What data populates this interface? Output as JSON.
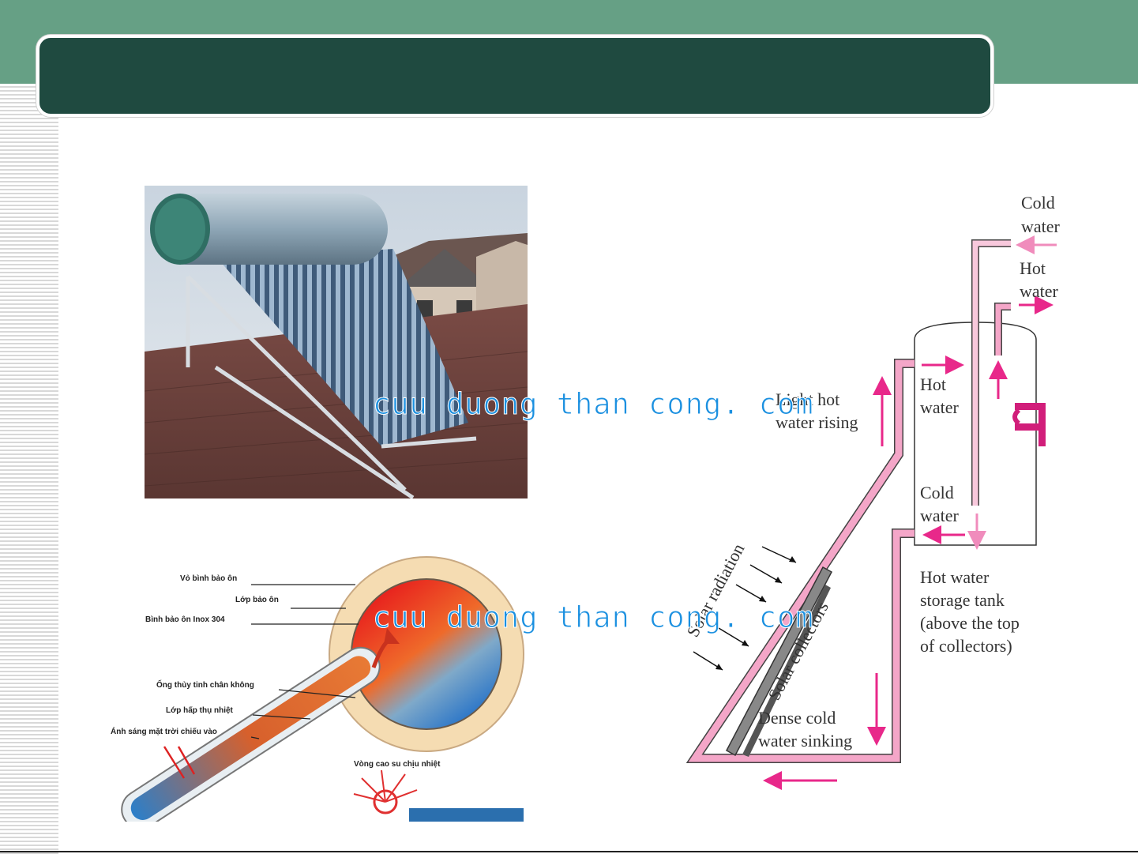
{
  "slide": {
    "colors": {
      "band": "#66a085",
      "title_bar": "#1f4a40",
      "pink_pipe": "#f4a6c8",
      "magenta_arrow": "#e8288a"
    }
  },
  "watermark": {
    "line1": "cuu duong than cong. com",
    "line2": "cuu duong than cong. com"
  },
  "cutaway": {
    "labels": {
      "outer_shell": "Vỏ bình bảo ôn",
      "insulation": "Lớp bảo ôn",
      "inner_tank": "Bình bảo ôn Inox 304",
      "vacuum_tube": "Ống thủy tinh chân không",
      "absorber": "Lớp hấp thụ nhiệt",
      "sunlight": "Ánh sáng mặt trời chiếu vào",
      "seal_ring": "Vòng cao su chịu nhiệt"
    }
  },
  "diagram": {
    "labels": {
      "cold_water_top_1": "Cold",
      "cold_water_top_2": "water",
      "hot_water_out_1": "Hot",
      "hot_water_out_2": "water",
      "tank_hot_1": "Hot",
      "tank_hot_2": "water",
      "tank_cold_1": "Cold",
      "tank_cold_2": "water",
      "rising_1": "Light hot",
      "rising_2": "water rising",
      "tank_1": "Hot water",
      "tank_2": "storage tank",
      "tank_3": "(above the top",
      "tank_4": "of collectors)",
      "radiation": "Solar radiation",
      "collectors": "Solar collectors",
      "sinking_1": "Dense cold",
      "sinking_2": "water sinking"
    }
  }
}
